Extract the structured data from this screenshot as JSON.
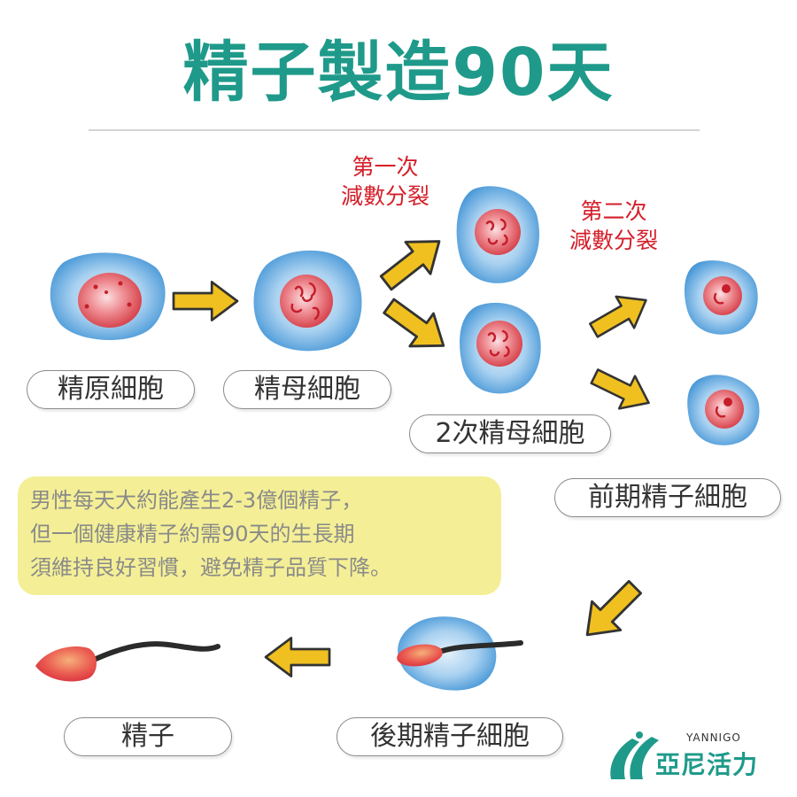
{
  "title": "精子製造90天",
  "stages": {
    "spermatogonium": "精原細胞",
    "spermatocyte": "精母細胞",
    "secondary_spermatocyte": "2次精母細胞",
    "spermatid_early": "前期精子細胞",
    "spermatid_late": "後期精子細胞",
    "sperm": "精子"
  },
  "meiosis_first": [
    "第一次",
    "減數分裂"
  ],
  "meiosis_second": [
    "第二次",
    "減數分裂"
  ],
  "note_lines": [
    "男性每天大約能產生2-3億個精子，",
    "但一個健康精子約需90天的生長期",
    "須維持良好習慣，避免精子品質下降。"
  ],
  "logo": {
    "en": "YANNIGO",
    "zh": "亞尼活力"
  },
  "colors": {
    "title": "#1f9a8a",
    "cell_body": "#5aa6e0",
    "nucleus": "#e0474f",
    "arrow": "#f0c020",
    "meiosis_text": "#d41f2a",
    "note_bg": "#f4ef96"
  }
}
